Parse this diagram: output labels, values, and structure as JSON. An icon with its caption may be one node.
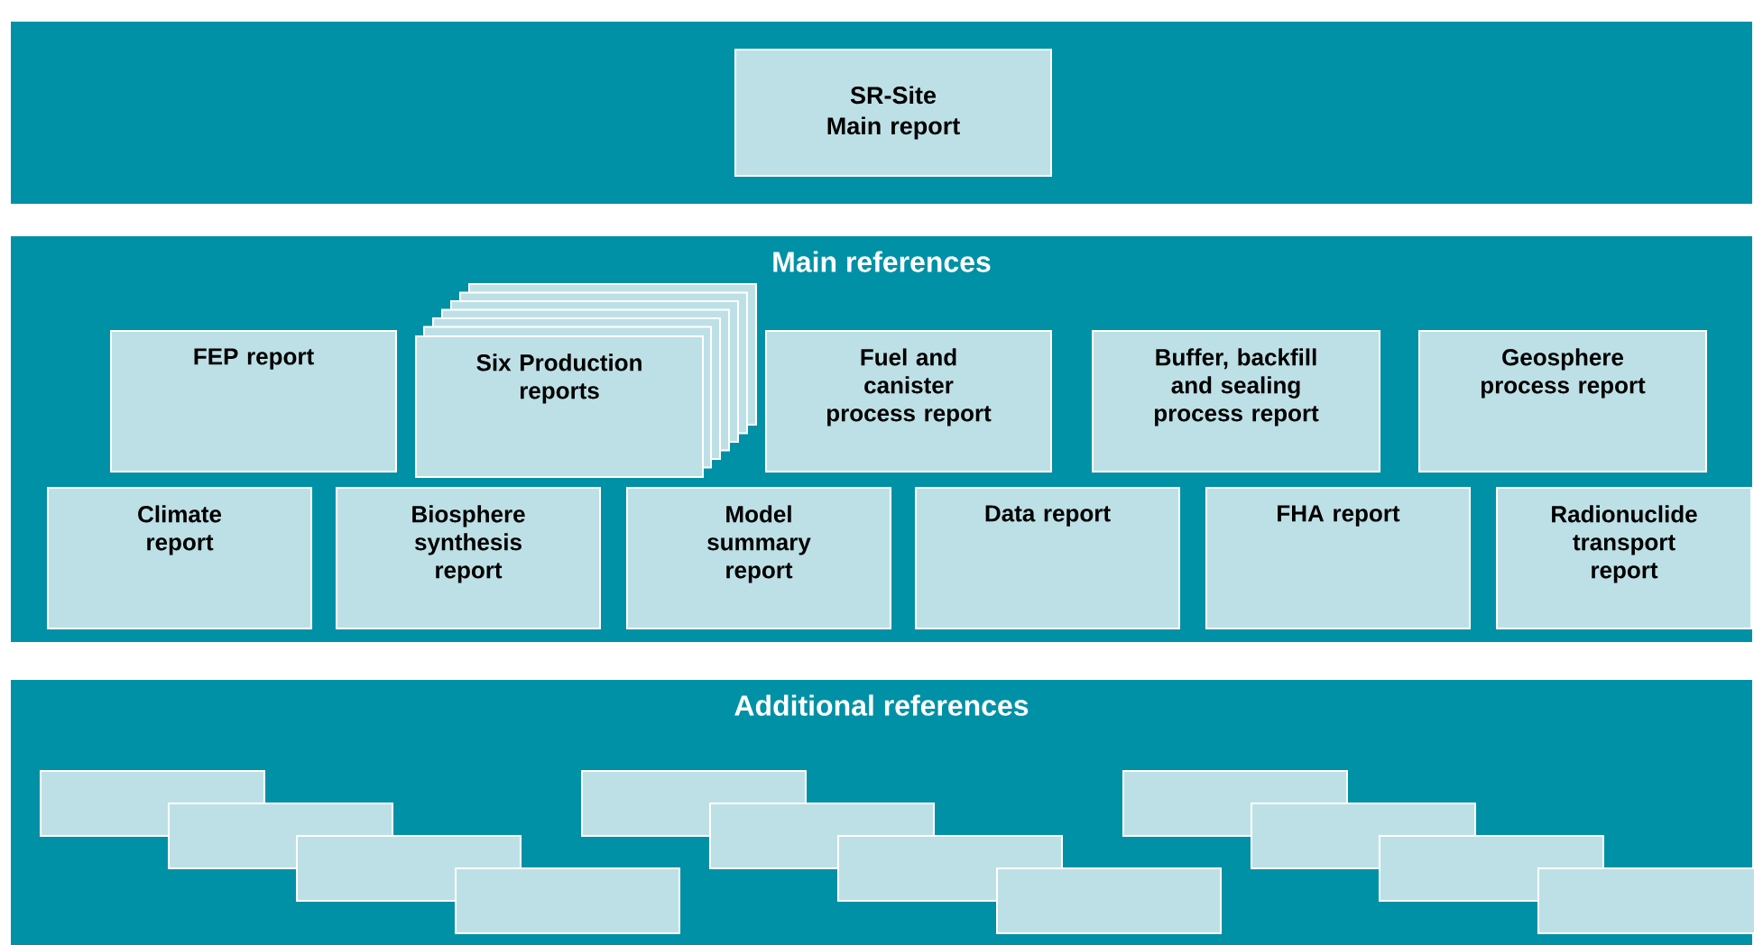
{
  "diagram": {
    "nodes": [
      {
        "text": [],
        "shape": "box"
      },
      {
        "text": [
          "SR-Site Main report"
        ],
        "in": 0
      },
      {
        "text": [
          "Main references"
        ]
      },
      {
        "text": [
          "FEP report"
        ],
        "in": 2
      },
      {
        "text": [
          "Six Production reports"
        ],
        "in": 2
      },
      {
        "text": [
          "Fuel and canister process report"
        ],
        "in": 2
      },
      {
        "text": [
          "Buffer, backfill and sealing process report"
        ],
        "in": 2
      },
      {
        "text": [
          "Geosphere process report"
        ],
        "in": 2
      },
      {
        "text": [
          "Climate report"
        ],
        "in": 2
      },
      {
        "text": [
          "Biosphere synthesis report"
        ],
        "in": 2
      },
      {
        "text": [
          "Model summary report"
        ],
        "in": 2
      },
      {
        "text": [
          "Data report"
        ],
        "in": 2
      },
      {
        "text": [
          "FHA report"
        ],
        "in": 2
      },
      {
        "text": [
          "Radionuclide transport report"
        ],
        "in": 2
      },
      {
        "text": [
          "Additional references"
        ]
      },
      {
        "text": [],
        "shape": "box",
        "in": 14
      },
      {
        "text": [],
        "shape": "box",
        "in": 14
      },
      {
        "text": [],
        "shape": "box",
        "in": 14
      },
      {
        "text": [],
        "shape": "box",
        "in": 14
      },
      {
        "text": [],
        "shape": "box",
        "in": 14
      },
      {
        "text": [],
        "shape": "box",
        "in": 14
      },
      {
        "text": [],
        "shape": "box",
        "in": 14
      },
      {
        "text": [],
        "shape": "box",
        "in": 14
      },
      {
        "text": [],
        "shape": "box",
        "in": 14
      },
      {
        "text": [],
        "shape": "box",
        "in": 14
      },
      {
        "text": [],
        "shape": "box",
        "in": 14
      },
      {
        "text": [],
        "shape": "box",
        "in": 14
      }
    ],
    "edges": []
  }
}
